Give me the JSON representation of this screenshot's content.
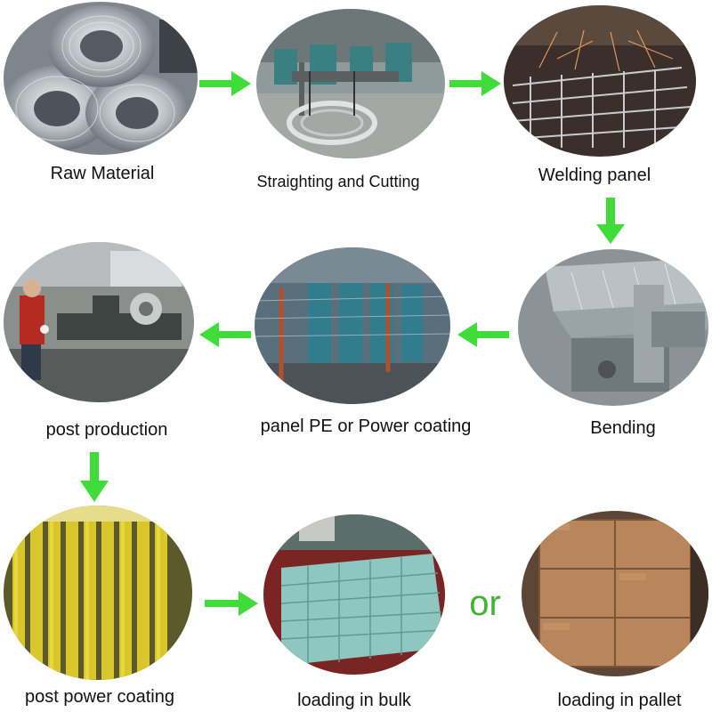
{
  "steps": [
    {
      "label": "Raw Material"
    },
    {
      "label": "Straighting and Cutting"
    },
    {
      "label": "Welding panel"
    },
    {
      "label": "Bending"
    },
    {
      "label": "panel PE or Power coating"
    },
    {
      "label": "post production"
    },
    {
      "label": "post power coating"
    },
    {
      "label": "loading in bulk"
    },
    {
      "label": "loading in pallet"
    }
  ],
  "connector_word": "or",
  "colors": {
    "arrow": "#3fdc3a",
    "or_text": "#3fb531",
    "label": "#111111"
  },
  "icons": {
    "flow_arrow": "arrow-icon"
  }
}
